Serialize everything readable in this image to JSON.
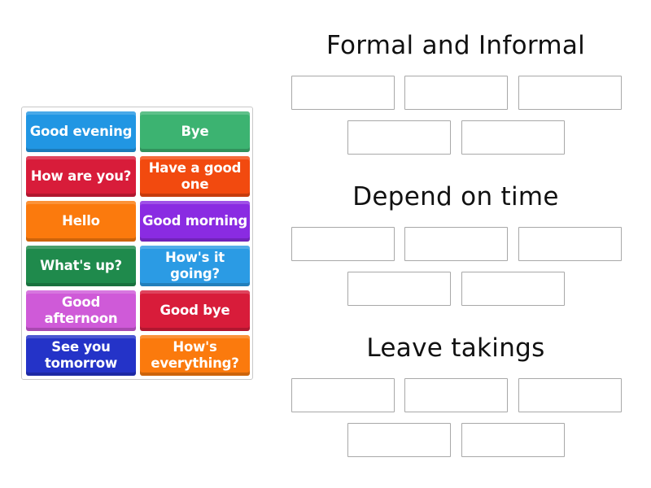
{
  "tile_bank": {
    "tiles": [
      {
        "label": "Good evening",
        "color": "#2196e3"
      },
      {
        "label": "Bye",
        "color": "#3cb371"
      },
      {
        "label": "How are you?",
        "color": "#d81c3a"
      },
      {
        "label": "Have a good one",
        "color": "#f24a0f"
      },
      {
        "label": "Hello",
        "color": "#fb7a0d"
      },
      {
        "label": "Good morning",
        "color": "#8a2be2"
      },
      {
        "label": "What's up?",
        "color": "#1f8a4c"
      },
      {
        "label": "How's it going?",
        "color": "#2b9be4"
      },
      {
        "label": "Good afternoon",
        "color": "#cf5ad8"
      },
      {
        "label": "Good bye",
        "color": "#d81c3a"
      },
      {
        "label": "See you tomorrow",
        "color": "#2433c8"
      },
      {
        "label": "How's everything?",
        "color": "#fb7a0d"
      }
    ]
  },
  "groups": [
    {
      "title": "Formal and Informal",
      "slot_count": 5
    },
    {
      "title": "Depend on time",
      "slot_count": 5
    },
    {
      "title": "Leave takings",
      "slot_count": 5
    }
  ]
}
